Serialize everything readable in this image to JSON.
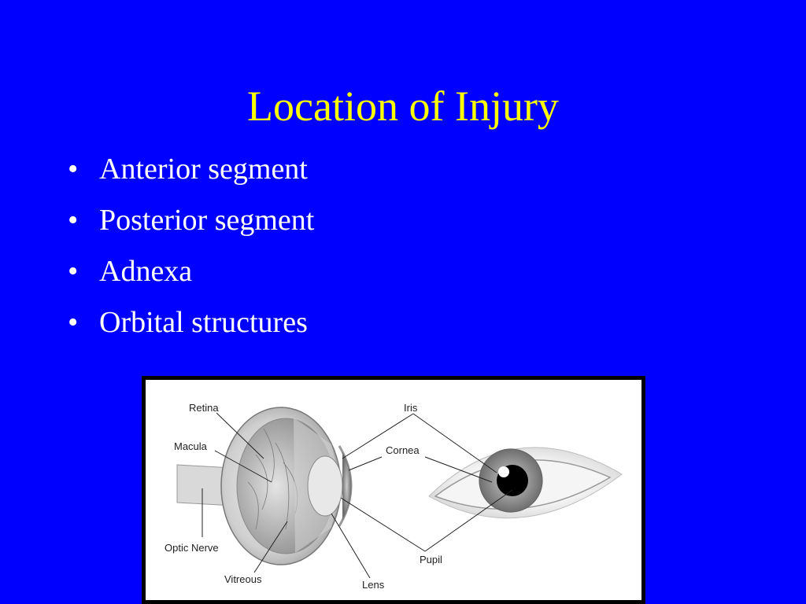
{
  "slide": {
    "title": "Location of Injury",
    "bullet_glyph": "•",
    "bullets": [
      "Anterior segment",
      "Posterior segment",
      "Adnexa",
      "Orbital structures"
    ]
  },
  "figure": {
    "labels": {
      "retina": "Retina",
      "macula": "Macula",
      "optic_nerve": "Optic Nerve",
      "vitreous": "Vitreous",
      "lens": "Lens",
      "iris": "Iris",
      "cornea": "Cornea",
      "pupil": "Pupil"
    }
  },
  "colors": {
    "background": "#0000ff",
    "title": "#ffff00",
    "bullet_text": "#ffffff"
  }
}
